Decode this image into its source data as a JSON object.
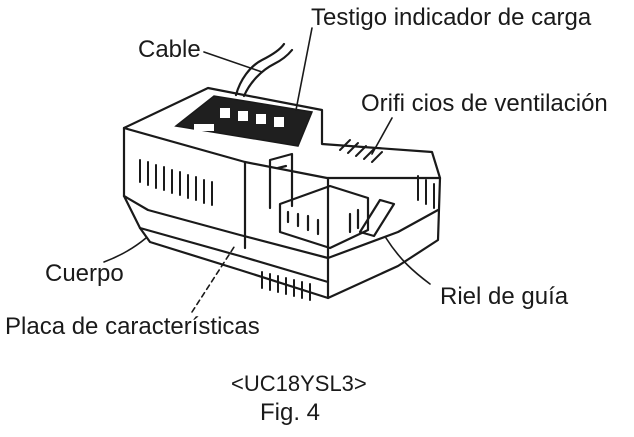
{
  "labels": {
    "testigo": "Testigo indicador de carga",
    "cable": "Cable",
    "orificios": "Orifi cios de ventilación",
    "cuerpo": "Cuerpo",
    "riel": "Riel de guía",
    "placa": "Placa de características"
  },
  "model": "<UC18YSL3>",
  "figure": "Fig. 4",
  "colors": {
    "ink": "#1a1a1a",
    "background": "#ffffff",
    "panel": "#1f1f1f"
  }
}
